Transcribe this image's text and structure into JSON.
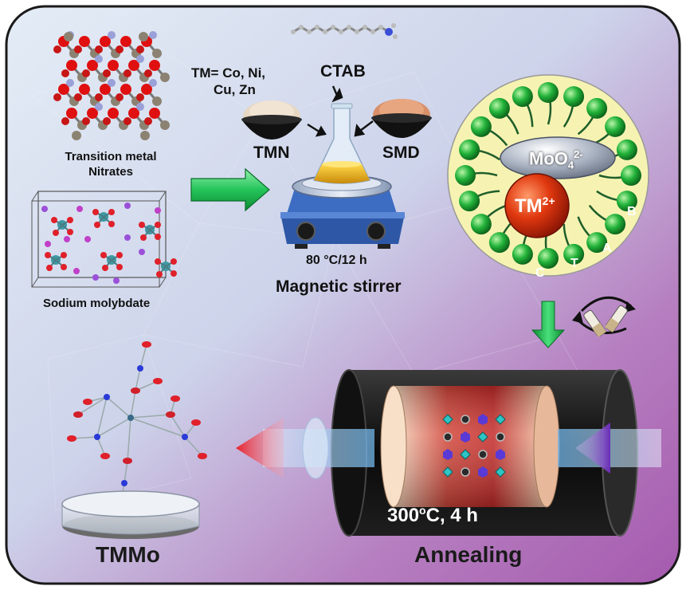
{
  "labels": {
    "tm_definition": "TM= Co, Ni,",
    "tm_definition_2": "Cu, Zn",
    "ctab": "CTAB",
    "tmn": "TMN",
    "smd": "SMD",
    "transition_metal_nitrates_1": "Transition metal",
    "transition_metal_nitrates_2": "Nitrates",
    "sodium_molybdate": "Sodium molybdate",
    "temperature_time": "80 °C/12 h",
    "magnetic_stirrer": "Magnetic stirrer",
    "molybdate_ion": "MoO",
    "molybdate_sub": "4",
    "molybdate_sup": "2-",
    "tm_ion": "TM",
    "tm_ion_sup": "2+",
    "micelle_letter_b": "B",
    "micelle_letter_a": "A",
    "micelle_letter_t": "T",
    "micelle_letter_c": "C",
    "annealing_condition": "300",
    "annealing_condition_sup": "o",
    "annealing_condition_rest": "C, 4 h",
    "annealing": "Annealing",
    "tmmo": "TMMo"
  },
  "colors": {
    "background_light": "#d9e6f2",
    "background_purple": "#a85fb0",
    "micelle_fill": "#f4f0b0",
    "green_bead": "#1fa83a",
    "tm_ion": "#d82a10",
    "molybdate": "#9aa6b8",
    "arrow_green": "#2ecc71",
    "furnace_body": "#0d0d0d",
    "tube_red": "#c8302a",
    "tube_beige": "#f0d2b4"
  }
}
